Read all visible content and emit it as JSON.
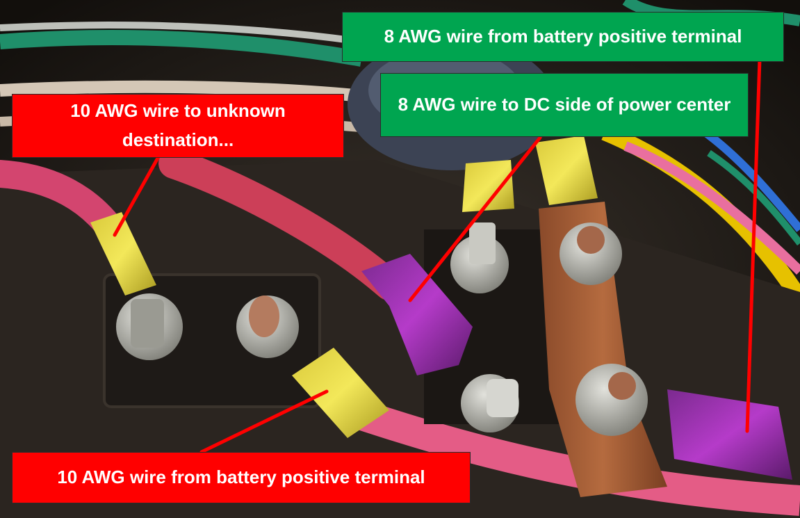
{
  "image_description_labels": {
    "label_8awg_battery": "8 AWG wire from battery positive terminal",
    "label_8awg_dc": "8 AWG wire to DC side of power center",
    "label_10awg_unknown": "10 AWG wire to unknown destination...",
    "label_10awg_battery": "10 AWG wire from battery positive terminal"
  },
  "colors": {
    "green_label": "#00a550",
    "red_label": "#ff0000",
    "pointer_line": "#ff0000"
  }
}
